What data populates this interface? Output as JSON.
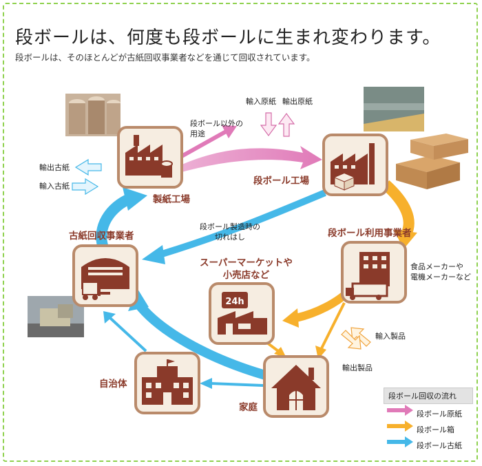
{
  "heading": {
    "title": "段ボールは、何度も段ボールに生まれ変わります。",
    "subtitle": "段ボールは、そのほとんどが古紙回収事業者などを通じて回収されています。"
  },
  "nodes": {
    "paper_mill": "製紙工場",
    "box_factory": "段ボール工場",
    "box_user": "段ボール利用事業者",
    "supermarket_line1": "スーパーマーケットや",
    "supermarket_line2": "小売店など",
    "collector": "古紙回収事業者",
    "municipality": "自治体",
    "household": "家庭"
  },
  "labels": {
    "import_raw": "輸入原紙",
    "export_raw": "輸出原紙",
    "other_use_line1": "段ボール以外の",
    "other_use_line2": "用途",
    "export_waste": "輸出古紙",
    "import_waste": "輸入古紙",
    "scrap_line1": "段ボール製造時の",
    "scrap_line2": "切れはし",
    "makers_line1": "食品メーカーや",
    "makers_line2": "電機メーカーなど",
    "import_products": "輸入製品",
    "export_products": "輸出製品",
    "store_sign": "24h"
  },
  "legend": {
    "title": "段ボール回収の流れ",
    "items": [
      {
        "label": "段ボール原紙",
        "color": "#e07ab8"
      },
      {
        "label": "段ボール箱",
        "color": "#f7b02c"
      },
      {
        "label": "段ボール古紙",
        "color": "#45b8e8"
      }
    ]
  },
  "colors": {
    "node_fill": "#8a3a2a",
    "node_border": "#b98a6a",
    "node_bg": "#f6ede1",
    "pink": "#e07ab8",
    "orange": "#f7b02c",
    "blue": "#45b8e8",
    "frame": "#8fd14f"
  }
}
